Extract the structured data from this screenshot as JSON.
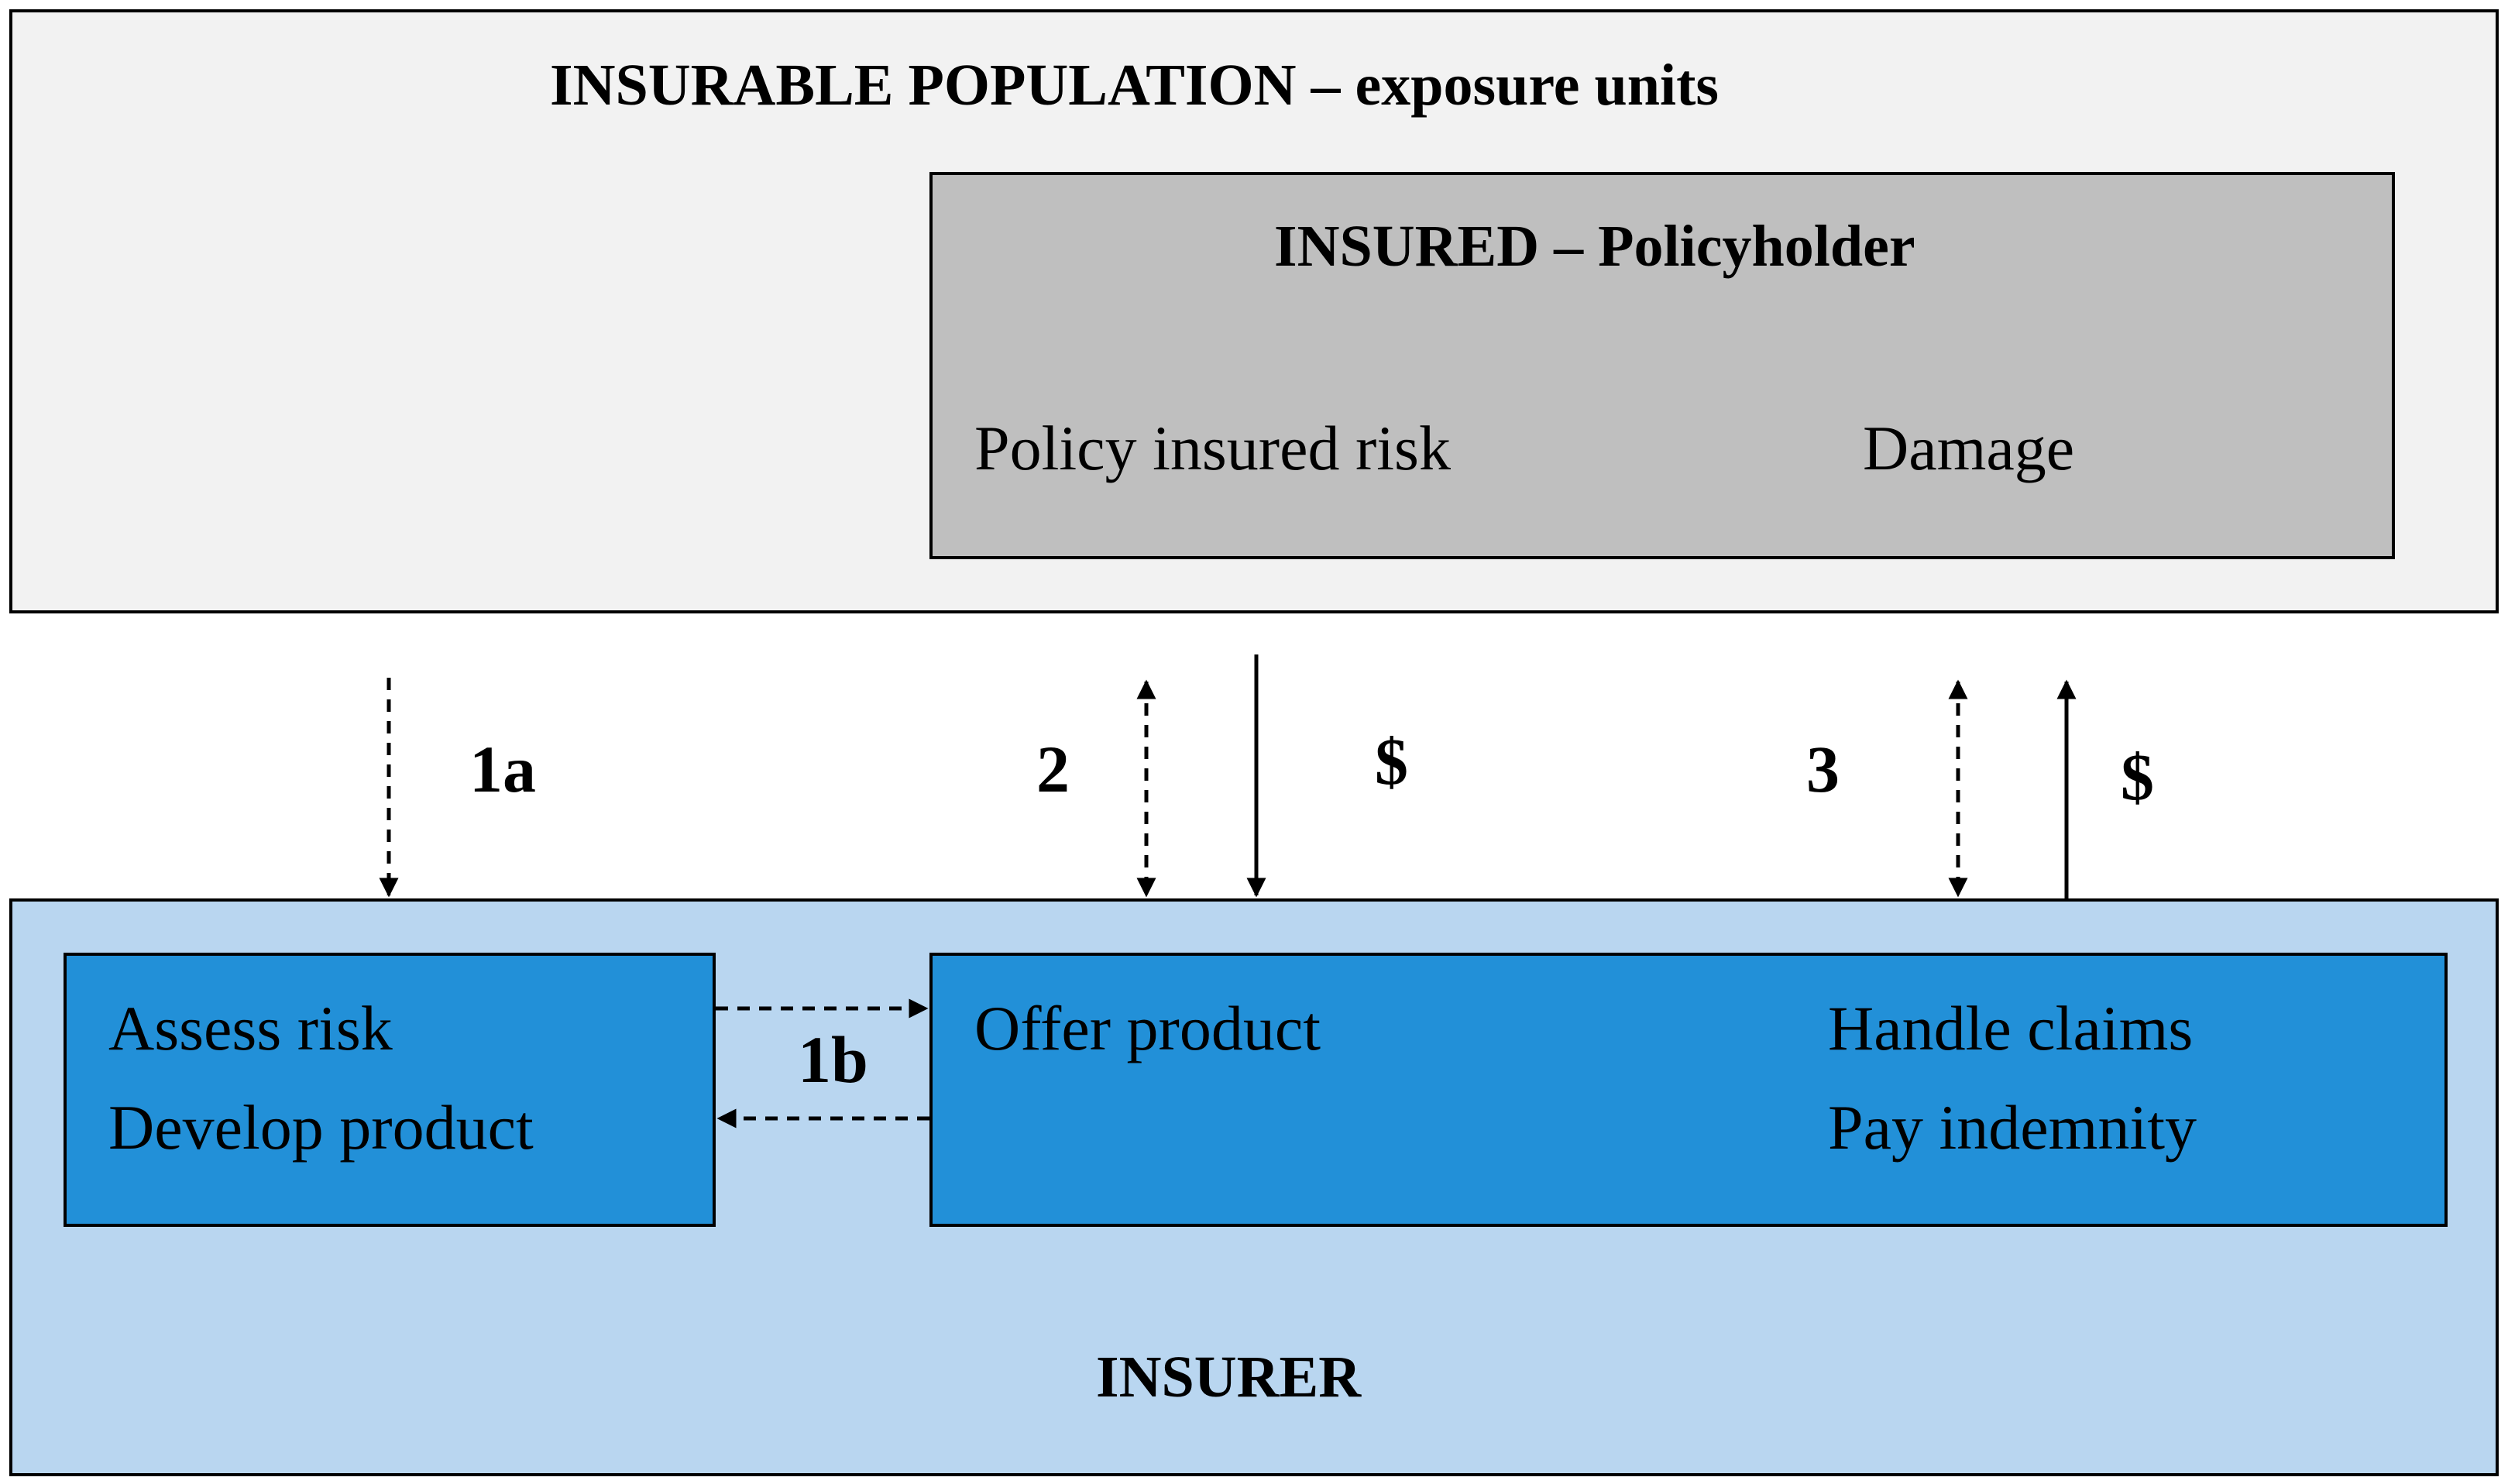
{
  "population": {
    "title": "INSURABLE POPULATION – exposure units"
  },
  "insured": {
    "title": "INSURED – Policyholder",
    "left_text": "Policy insured risk",
    "right_text": "Damage"
  },
  "insurer": {
    "title": "INSURER",
    "left_box": {
      "line1": "Assess risk",
      "line2": "Develop product"
    },
    "right_box": {
      "offer": "Offer product",
      "line1": "Handle claims",
      "line2": "Pay indemnity"
    }
  },
  "labels": {
    "step_1a": "1a",
    "step_1b": "1b",
    "step_2": "2",
    "step_3": "3",
    "money_in": "$",
    "money_out": "$"
  }
}
